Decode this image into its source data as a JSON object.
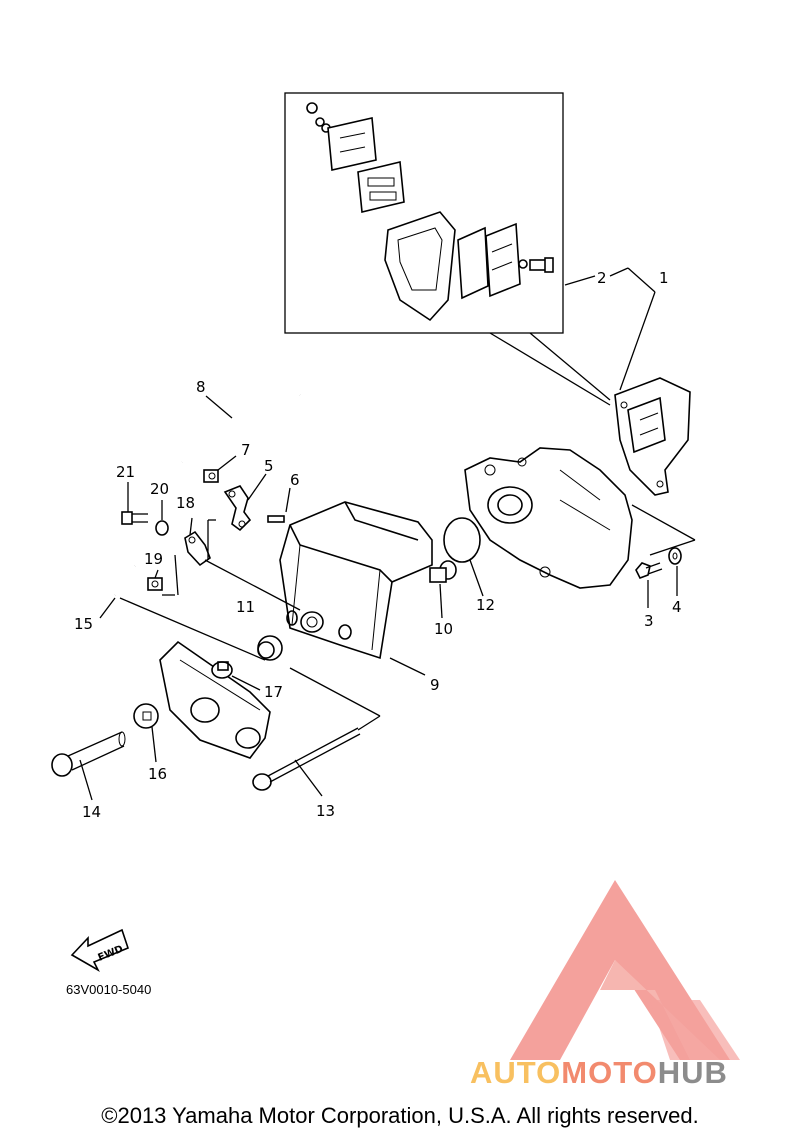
{
  "labels": {
    "p1": "1",
    "p2": "2",
    "p3": "3",
    "p4": "4",
    "p5": "5",
    "p6": "6",
    "p7": "7",
    "p8": "8",
    "p9": "9",
    "p10": "10",
    "p11": "11",
    "p12": "12",
    "p13": "13",
    "p14": "14",
    "p15": "15",
    "p16": "16",
    "p17": "17",
    "p18": "18",
    "p19": "19",
    "p20": "20",
    "p21": "21"
  },
  "fwd_label": "FWD",
  "part_code": "63V0010-5040",
  "copyright": "©2013 Yamaha Motor Corporation, U.S.A. All rights reserved.",
  "watermark": {
    "part1": "AUTO",
    "part2": "MOTO",
    "part3": "HUB",
    "color1": "#F8C060",
    "color2": "#F28A6E",
    "color3": "#8C8C8C",
    "logo_color": "#F28A84"
  }
}
